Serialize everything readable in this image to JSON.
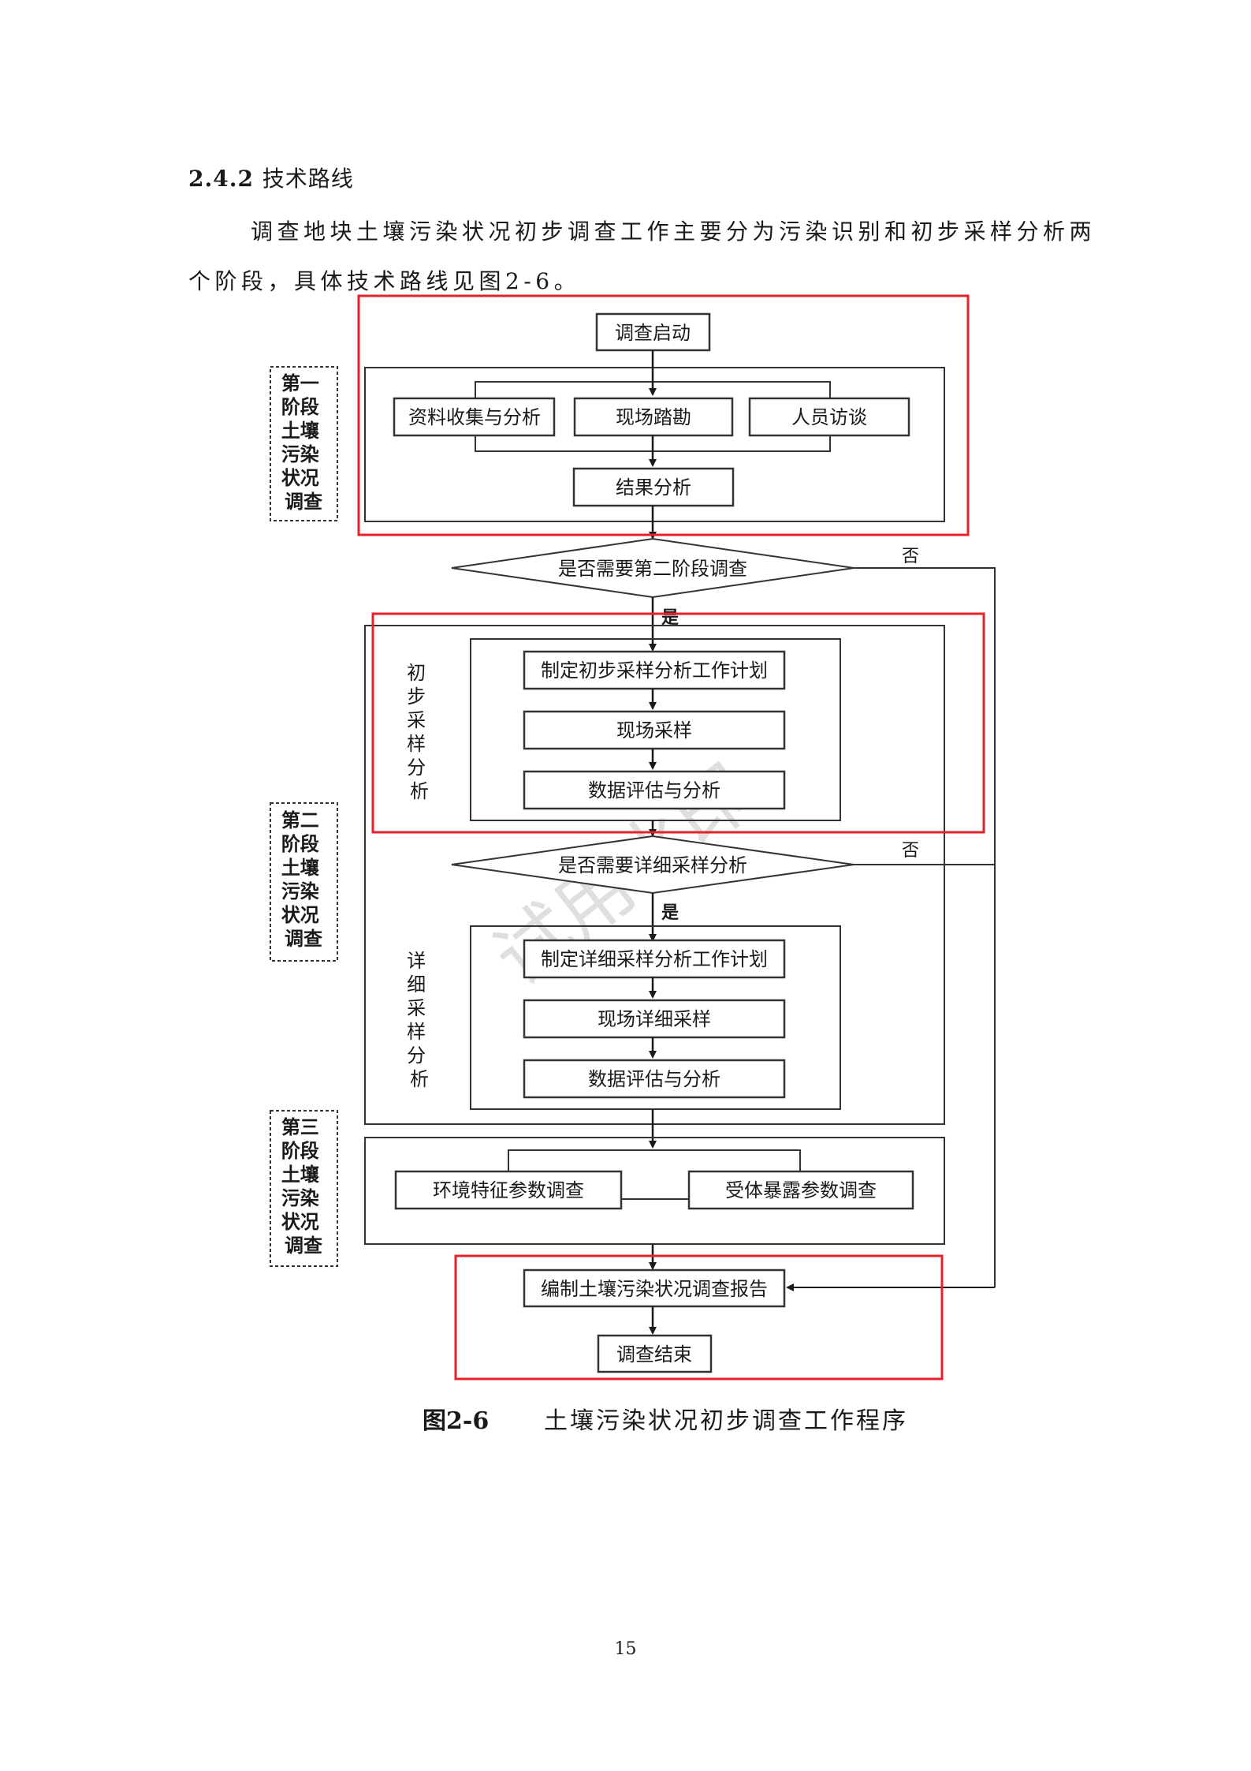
{
  "section": {
    "number": "2.4.2",
    "title": "技术路线"
  },
  "paragraph": {
    "line1": "调查地块土壤污染状况初步调查工作主要分为污染识别和初步采样分析两",
    "line2": "个阶段，具体技术路线见图2-6。"
  },
  "flowchart": {
    "stage1_label": [
      "第一",
      "阶段",
      "土壤",
      "污染",
      "状况",
      "调查"
    ],
    "stage2_label": [
      "第二",
      "阶段",
      "土壤",
      "污染",
      "状况",
      "调查"
    ],
    "stage3_label": [
      "第三",
      "阶段",
      "土壤",
      "污染",
      "状况",
      "调查"
    ],
    "start": "调查启动",
    "collect": "资料收集与分析",
    "survey": "现场踏勘",
    "interview": "人员访谈",
    "result": "结果分析",
    "decision1": "是否需要第二阶段调查",
    "decision2": "是否需要详细采样分析",
    "yes": "是",
    "no": "否",
    "prelim_label": [
      "初",
      "步",
      "采",
      "样",
      "分",
      "析"
    ],
    "prelim_plan": "制定初步采样分析工作计划",
    "prelim_sampling": "现场采样",
    "prelim_eval": "数据评估与分析",
    "detail_label": [
      "详",
      "细",
      "采",
      "样",
      "分",
      "析"
    ],
    "detail_plan": "制定详细采样分析工作计划",
    "detail_sampling": "现场详细采样",
    "detail_eval": "数据评估与分析",
    "env_params": "环境特征参数调查",
    "receptor_params": "受体暴露参数调查",
    "report": "编制土壤污染状况调查报告",
    "end": "调查结束",
    "watermark": "试用水印",
    "highlight_color": "#e8202a"
  },
  "caption": {
    "number": "图2-6",
    "title": "土壤污染状况初步调查工作程序"
  },
  "page_number": "15"
}
